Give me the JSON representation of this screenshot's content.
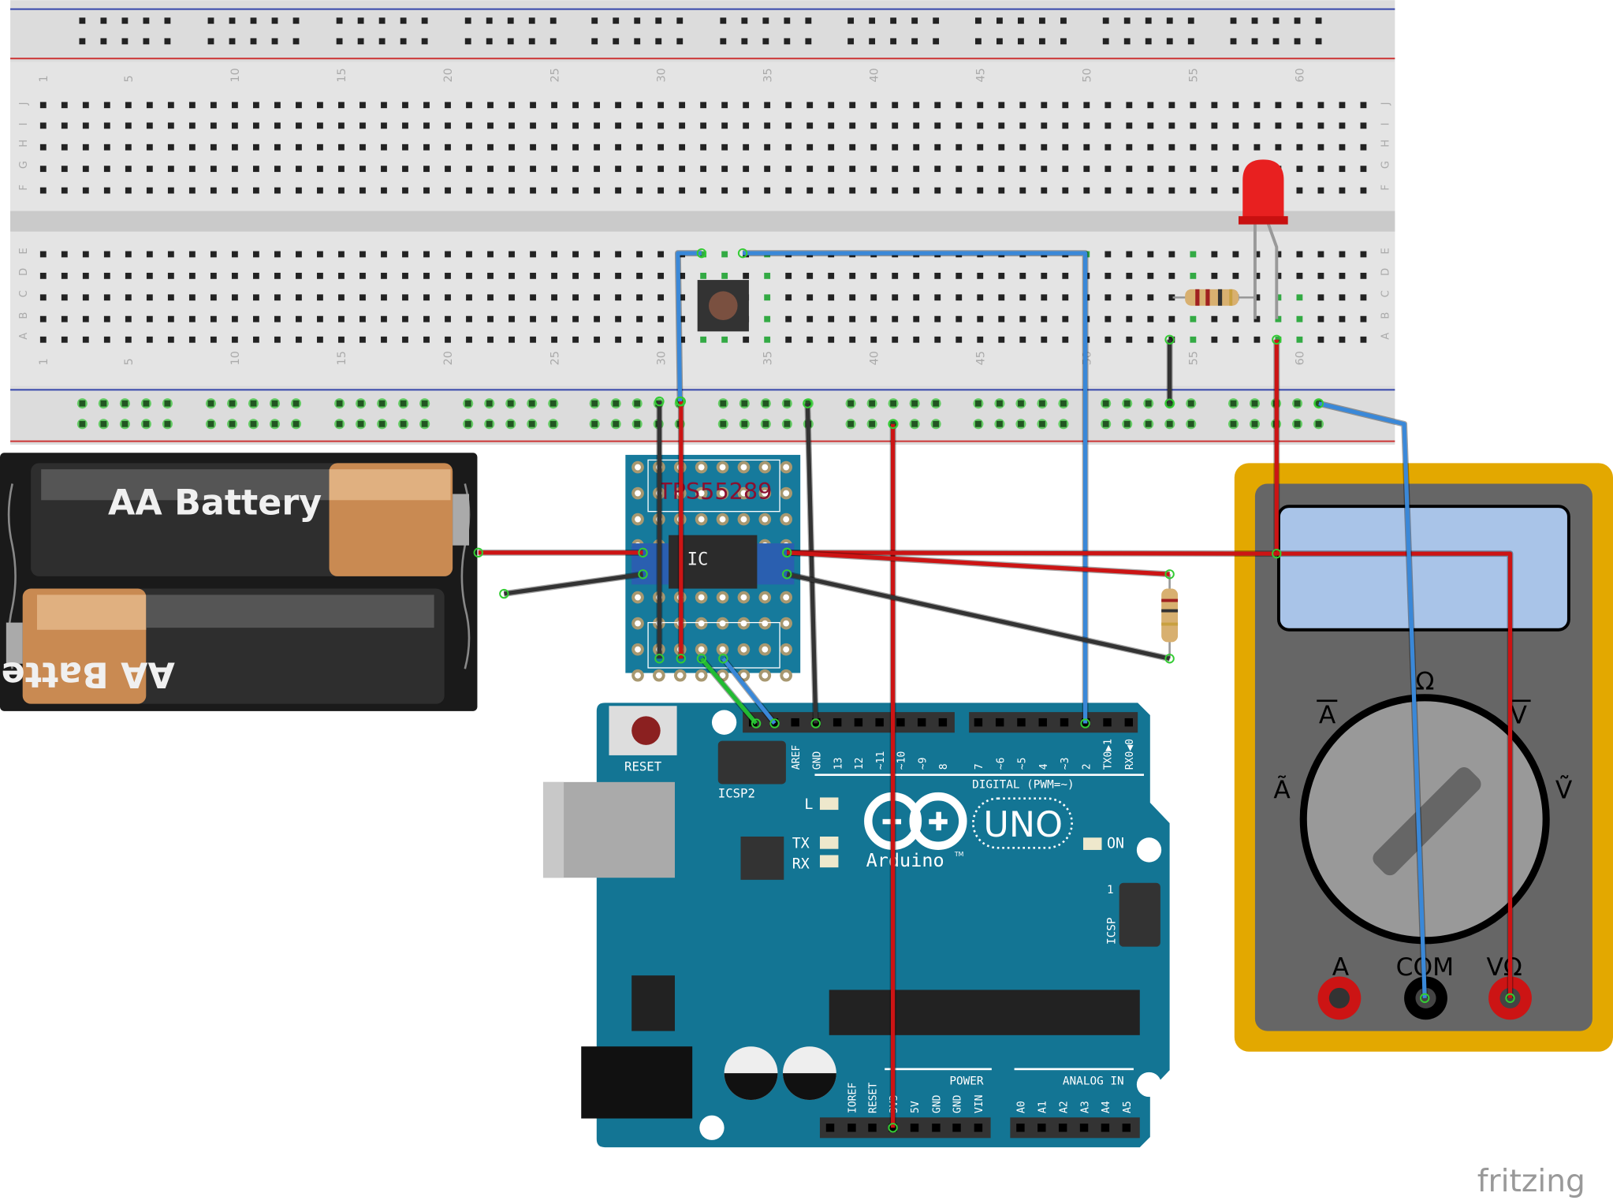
{
  "breadboard": {
    "column_labels": [
      "1",
      "5",
      "10",
      "15",
      "20",
      "25",
      "30",
      "35",
      "40",
      "45",
      "50",
      "55",
      "60"
    ],
    "top_row_labels": [
      "J",
      "I",
      "H",
      "G",
      "F"
    ],
    "bottom_row_labels": [
      "E",
      "D",
      "C",
      "B",
      "A"
    ]
  },
  "battery": {
    "label_top": "AA Battery",
    "label_bottom": "AA Battery"
  },
  "protoboard": {
    "chip_label": "TPS55289",
    "ic_label": "IC"
  },
  "arduino": {
    "reset_label": "RESET",
    "icsp2_label": "ICSP2",
    "icsp_label": "ICSP",
    "icsp_pin1": "1",
    "digital_label": "DIGITAL (PWM=~)",
    "digital_pins_left": [
      "AREF",
      "GND",
      "13",
      "12",
      "~11",
      "~10",
      "~9",
      "8"
    ],
    "digital_pins_right": [
      "7",
      "~6",
      "~5",
      "4",
      "~3",
      "2",
      "TX0▶1",
      "RX0◀0"
    ],
    "led_labels": {
      "l": "L",
      "tx": "TX",
      "rx": "RX",
      "on": "ON"
    },
    "logo_text": "Arduino",
    "tm": "TM",
    "model": "UNO",
    "power_label": "POWER",
    "power_pins": [
      "IOREF",
      "RESET",
      "3V3",
      "5V",
      "GND",
      "GND",
      "VIN"
    ],
    "analog_label": "ANALOG IN",
    "analog_pins": [
      "A0",
      "A1",
      "A2",
      "A3",
      "A4",
      "A5"
    ]
  },
  "multimeter": {
    "dial_labels": {
      "ohm": "Ω",
      "dc_amp": "A",
      "dc_volt": "V",
      "ac_amp": "Ã",
      "ac_volt": "Ṽ"
    },
    "ports": [
      "A",
      "COM",
      "VΩ"
    ]
  },
  "wire_colors": {
    "red": "#cc1414",
    "black": "#333333",
    "blue": "#3a88d8",
    "green": "#22bb33"
  },
  "watermark": "fritzing"
}
